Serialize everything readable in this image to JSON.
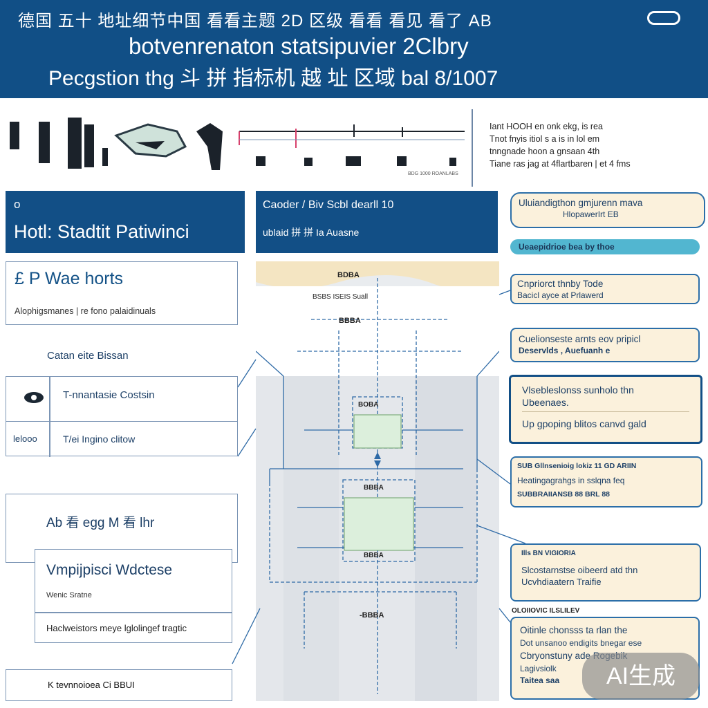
{
  "header": {
    "line1": "德国 五十 地址细节中国 看看主题 2D 区级 看看 看见 看了 AB",
    "line2": "botvenrenaton statsipuvier 2Clbry",
    "line3": "Pecgstion thg 斗 拼 指标机 越 址 区域 bal 8/1007"
  },
  "top_note": {
    "l1": "Iant HOOH en onk ekg, is rea",
    "l2": "Tnot fnyis itiol s a is in lol em",
    "l3": "tnngnade hoon a gnsaan 4th",
    "l4": "Tiane ras jag at 4flartbaren | et 4 fms"
  },
  "timeline_note": "BDG 1000 ROANLABS",
  "panel_left": {
    "kicker": "o",
    "title": "Hotl: Stadtit Patiwinci"
  },
  "panel_mid": {
    "l1": "Caoder / Biv Scbl dearll 10",
    "l2": "ublaid 拼 拼 Ia Auasne"
  },
  "card_ports": {
    "title": "£ P Wae horts",
    "sub": "Alophigsmanes | re fono palaidinuals"
  },
  "caption_mid": "Catan eite Bissan",
  "table": {
    "r1c2": "T-nnantasie Costsin",
    "r2c1": "lelooo",
    "r2c2": "T/ei Ingino clitow"
  },
  "card_stack1": {
    "title": "Ab 看 egg M 看 lhr"
  },
  "card_stack2": {
    "title": "Vmpijpisci Wdctese",
    "sub": "Wenic Sratne",
    "foot": "Haclweistors meye lglolingef tragtic"
  },
  "card_bottom": "K tevnnoioea Ci BBUI",
  "diagram": {
    "label_top": "BDBA",
    "label_sub": "BSBS ISEIS Suall",
    "label_mid": "BBBA",
    "label_box1": "BOBA",
    "label_box2": "BBBA",
    "label_box3": "BBBA",
    "label_bottom": "-BBBA"
  },
  "right": {
    "r1a": "Uluiandigthon gmjurenn mava",
    "r1b": "HlopawerIrt EB",
    "r2": "Ueaepidrioe bea by thoe",
    "r3a": "Cnpriorct thnby Tode",
    "r3b": "Bacicl ayce at Prlawerd",
    "r4a": "Cuelionseste arnts eov pripicl",
    "r4b": "Deservlds , Auefuanh e",
    "r5a": "Vlsebleslonss sunholo thn",
    "r5b": "Ubeenaes.",
    "r5c": "Up gpoping blitos canvd gald",
    "r6a": "SUB Gllnsenioig lokiz 11 GD ARIIN",
    "r6b": "Heatingagrahgs in sslqna feq",
    "r6c": "SUBBRAIIANSB 88 BRL 88",
    "r7k": "Ills BN VIGIORIA",
    "r7a": "Slcostarnstse oibeerd atd thn",
    "r7b": "Ucvhdiaatern Traifie",
    "r8label": "OLOIIOVIC ILSLILEV",
    "r8a": "Oitinle chonsss ta rlan the",
    "r8b": "Dot unsanoo endigits bnegar ese",
    "r8c": "Cbryonstuny ade Rogebik",
    "r8d": "Lagivsiolk",
    "r8e": "Taitea saa"
  },
  "watermark": "AI生成",
  "colors": {
    "header_blue": "#114f86",
    "pill_fill": "#fbf1dc",
    "pill_border": "#2b6ea8",
    "accent_cyan": "#52b6d0"
  }
}
